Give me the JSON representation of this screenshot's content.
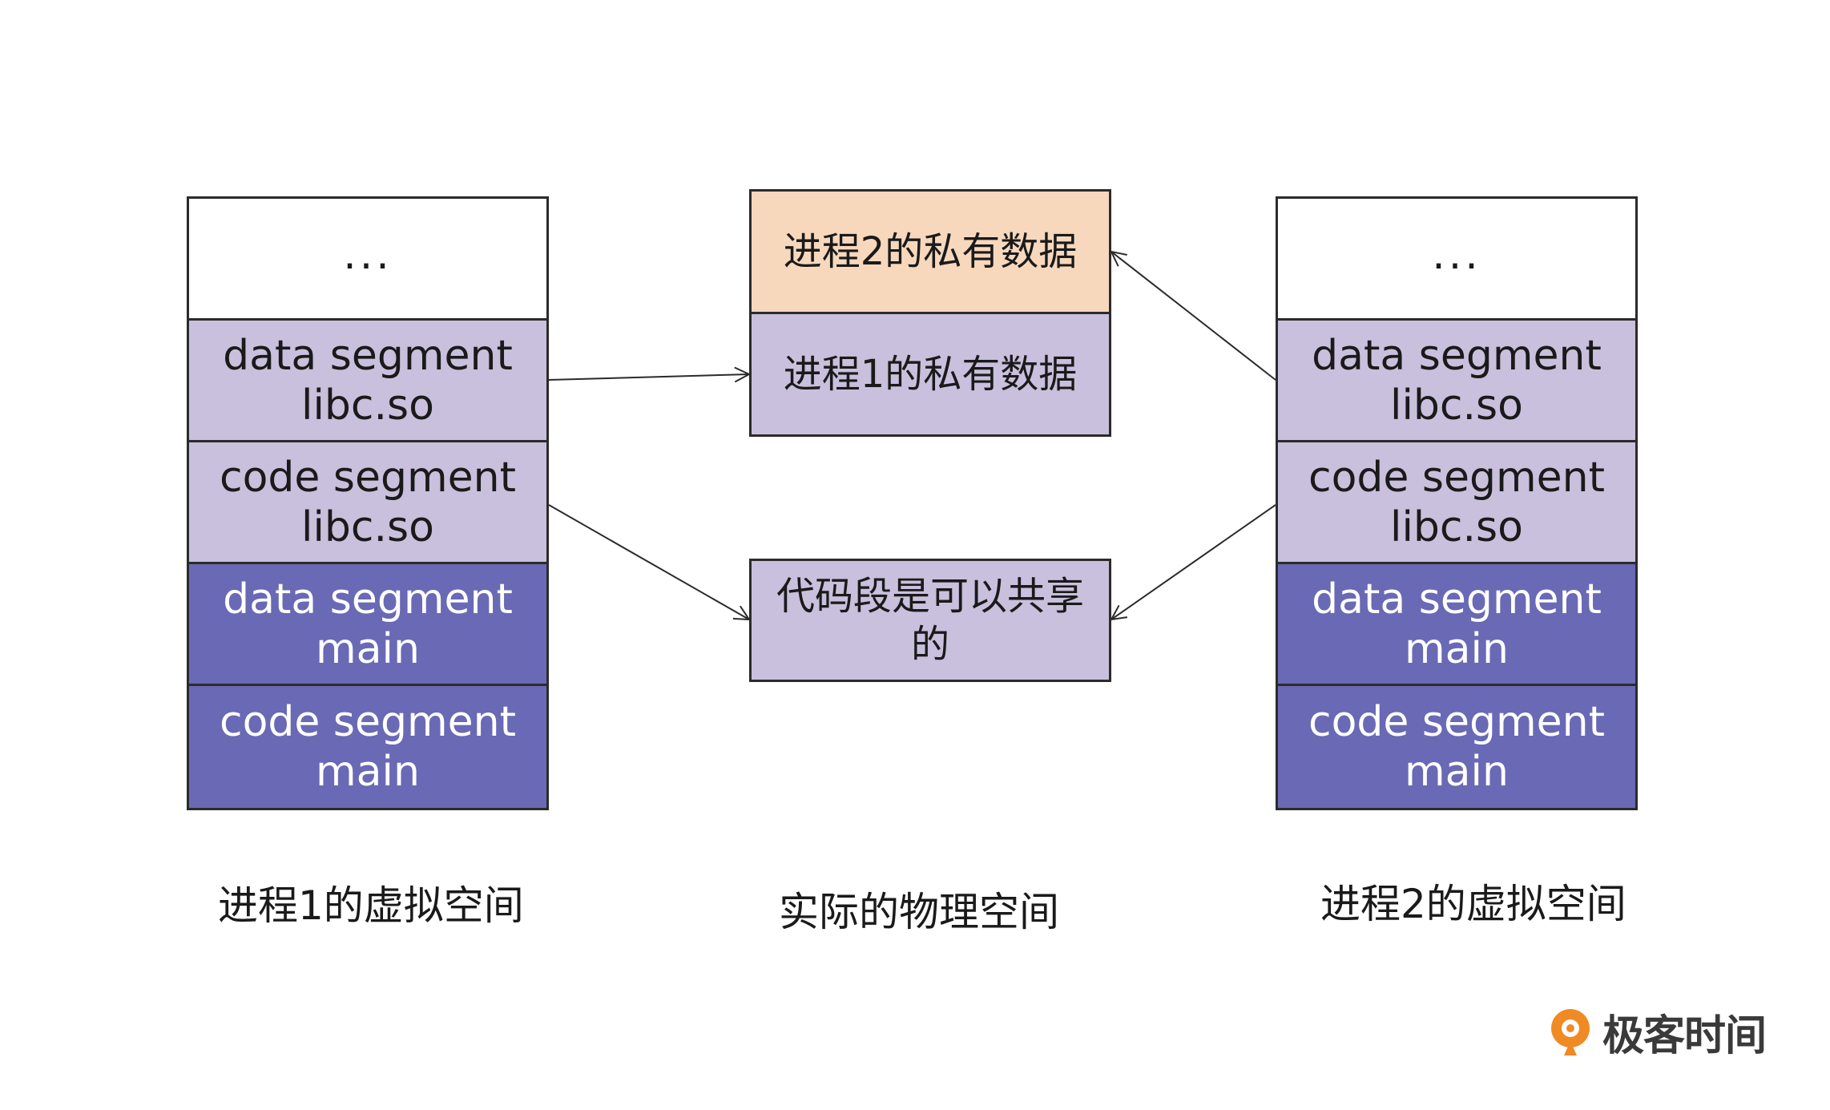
{
  "process1": {
    "caption": "进程1的虚拟空间",
    "segments": [
      {
        "line1": "...",
        "line2": ""
      },
      {
        "line1": "data segment",
        "line2": "libc.so"
      },
      {
        "line1": "code segment",
        "line2": "libc.so"
      },
      {
        "line1": "data segment",
        "line2": "main"
      },
      {
        "line1": "code segment",
        "line2": "main"
      }
    ]
  },
  "process2": {
    "caption": "进程2的虚拟空间",
    "segments": [
      {
        "line1": "...",
        "line2": ""
      },
      {
        "line1": "data segment",
        "line2": "libc.so"
      },
      {
        "line1": "code segment",
        "line2": "libc.so"
      },
      {
        "line1": "data segment",
        "line2": "main"
      },
      {
        "line1": "code segment",
        "line2": "main"
      }
    ]
  },
  "physical": {
    "caption": "实际的物理空间",
    "private2": "进程2的私有数据",
    "private1": "进程1的私有数据",
    "shared_line1": "代码段是可以共享",
    "shared_line2": "的"
  },
  "colors": {
    "light_segment": "#c8c0dc",
    "dark_segment": "#6a69b5",
    "private2_fill": "#f7d8bd",
    "logo_orange": "#f08a24"
  },
  "brand": {
    "name": "极客时间"
  }
}
